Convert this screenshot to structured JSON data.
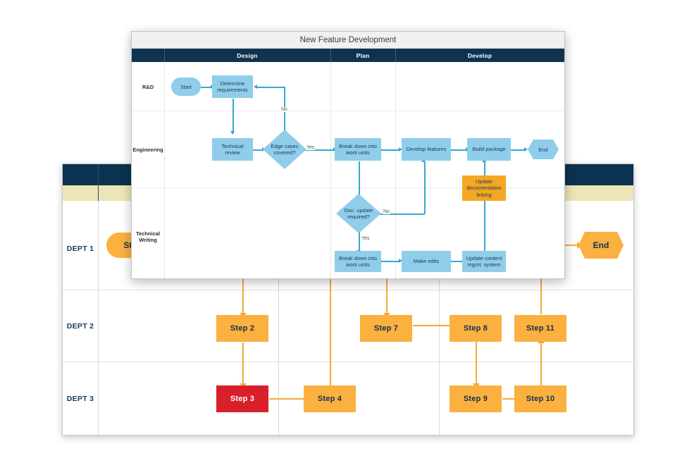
{
  "back_diagram": {
    "name": "department-swimlane-diagram",
    "header_color": "#0b3350",
    "band_color": "#ece5b7",
    "accent_color": "#fbb03f",
    "alert_color": "#d9202a",
    "lanes": [
      {
        "label": "DEPT 1"
      },
      {
        "label": "DEPT 2"
      },
      {
        "label": "DEPT 3"
      }
    ],
    "nodes": [
      {
        "id": "start",
        "label": "Start",
        "shape": "stadium",
        "color": "#fbb03f"
      },
      {
        "id": "step2",
        "label": "Step 2",
        "shape": "rect",
        "color": "#fbb03f"
      },
      {
        "id": "step3",
        "label": "Step 3",
        "shape": "rect",
        "color": "#d9202a"
      },
      {
        "id": "step4",
        "label": "Step 4",
        "shape": "rect",
        "color": "#fbb03f"
      },
      {
        "id": "step7",
        "label": "Step 7",
        "shape": "rect",
        "color": "#fbb03f"
      },
      {
        "id": "step8",
        "label": "Step 8",
        "shape": "rect",
        "color": "#fbb03f"
      },
      {
        "id": "step9",
        "label": "Step 9",
        "shape": "rect",
        "color": "#fbb03f"
      },
      {
        "id": "step10",
        "label": "Step 10",
        "shape": "rect",
        "color": "#fbb03f"
      },
      {
        "id": "step11",
        "label": "Step 11",
        "shape": "rect",
        "color": "#fbb03f"
      },
      {
        "id": "end",
        "label": "End",
        "shape": "hexagon",
        "color": "#fbb03f"
      }
    ]
  },
  "front_panel": {
    "title": "New Feature Development",
    "columns": [
      {
        "label": "Design"
      },
      {
        "label": "Plan"
      },
      {
        "label": "Develop"
      }
    ],
    "lanes": [
      {
        "label": "R&D"
      },
      {
        "label": "Engineering"
      },
      {
        "label": "Technical Writing"
      }
    ],
    "node_color": "#8fcdea",
    "highlight_color": "#f5a623",
    "connector_color": "#36a7d0",
    "nodes": [
      {
        "id": "start",
        "label": "Start",
        "shape": "stadium"
      },
      {
        "id": "determine",
        "label": "Determine requirements",
        "shape": "rect"
      },
      {
        "id": "techrev",
        "label": "Technical review",
        "shape": "rect"
      },
      {
        "id": "edge",
        "label": "Edge cases covered?",
        "shape": "diamond"
      },
      {
        "id": "bdown1",
        "label": "Break down into work units",
        "shape": "rect"
      },
      {
        "id": "devfeat",
        "label": "Develop features",
        "shape": "rect"
      },
      {
        "id": "build",
        "label": "Build package",
        "shape": "rect"
      },
      {
        "id": "end",
        "label": "End",
        "shape": "hexagon"
      },
      {
        "id": "updoc",
        "label": "Update documentation linking",
        "shape": "rect",
        "highlight": true
      },
      {
        "id": "docupd",
        "label": "Doc. update required?",
        "shape": "diamond"
      },
      {
        "id": "bdown2",
        "label": "Break down into work units",
        "shape": "rect"
      },
      {
        "id": "edits",
        "label": "Make edits",
        "shape": "rect"
      },
      {
        "id": "upcms",
        "label": "Update content mgmt. system",
        "shape": "rect"
      }
    ],
    "edge_labels": {
      "no_edge": "No",
      "yes_edge": "Yes",
      "no_doc": "No",
      "yes_doc": "Yes"
    }
  }
}
